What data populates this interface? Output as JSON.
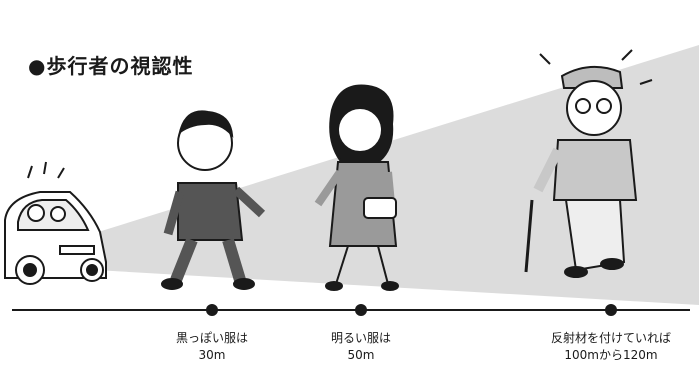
{
  "title": "●歩行者の視認性",
  "milestones": [
    {
      "line1": "黒っぽい服は",
      "line2": "30m"
    },
    {
      "line1": "明るい服は",
      "line2": "50m"
    },
    {
      "line1": "反射材を付けていれば",
      "line2": "100mから120m"
    }
  ],
  "colors": {
    "beam": "#dcdcdc",
    "ink": "#1a1a1a",
    "dark_clothes": "#555555",
    "light_clothes": "#9a9a9a",
    "reflective_clothes": "#c8c8c8"
  }
}
